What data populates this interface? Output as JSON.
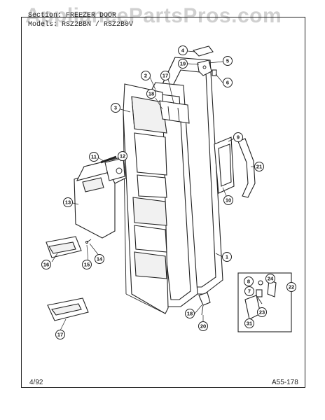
{
  "watermark": "AppliancePartsPros.com",
  "header": {
    "section_line": "Section: FREEZER DOOR",
    "models_line": "Models: RSZ2BBN / RSZ2B0V"
  },
  "footer": {
    "date": "4/92",
    "code": "A55-178"
  },
  "callouts": [
    "1",
    "2",
    "3",
    "4",
    "5",
    "6",
    "7",
    "8",
    "9",
    "10",
    "11",
    "12",
    "13",
    "14",
    "15",
    "16",
    "17",
    "17",
    "18",
    "18",
    "19",
    "20",
    "21",
    "22",
    "23",
    "24",
    "31"
  ],
  "colors": {
    "ink": "#222222",
    "paper": "#ffffff",
    "watermark": "#969696"
  }
}
